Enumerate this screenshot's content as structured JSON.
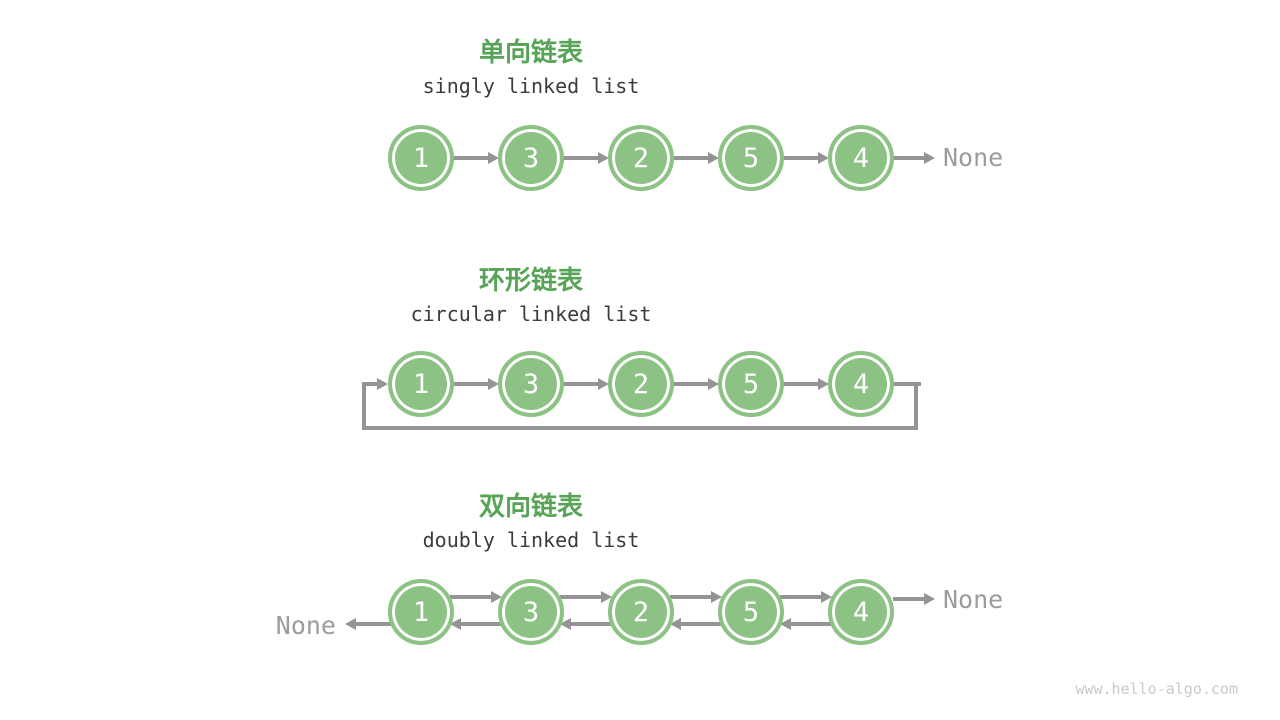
{
  "colors": {
    "node_green": "#8CC284",
    "title_green": "#57A457",
    "arrow_gray": "#949494",
    "none_gray": "#9C9C9C",
    "subtitle_dark": "#3C3C3C",
    "watermark_gray": "#C9C9C9",
    "background": "#ffffff"
  },
  "sections": [
    {
      "title_zh": "单向链表",
      "title_en": "singly linked list",
      "nodes": [
        "1",
        "3",
        "2",
        "5",
        "4"
      ],
      "tail_label": "None"
    },
    {
      "title_zh": "环形链表",
      "title_en": "circular linked list",
      "nodes": [
        "1",
        "3",
        "2",
        "5",
        "4"
      ]
    },
    {
      "title_zh": "双向链表",
      "title_en": "doubly linked list",
      "nodes": [
        "1",
        "3",
        "2",
        "5",
        "4"
      ],
      "head_label": "None",
      "tail_label": "None"
    }
  ],
  "watermark": "www.hello-algo.com"
}
